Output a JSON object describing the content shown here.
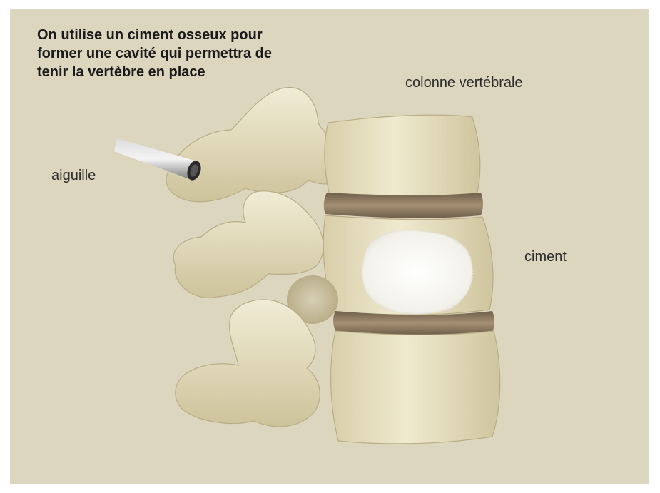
{
  "caption": "On utilise un ciment osseux pour former une cavité qui permettra de tenir la vertèbre en place",
  "labels": {
    "spine": "colonne vertébrale",
    "needle": "aiguille",
    "cement": "ciment"
  },
  "colors": {
    "background": "#ddd6bf",
    "bone": "#e9e3c8",
    "bone_shadow": "#c9bf98",
    "disc": "#8c7a62",
    "cement": "#f7f6f0",
    "needle": "#8a8a8a"
  }
}
